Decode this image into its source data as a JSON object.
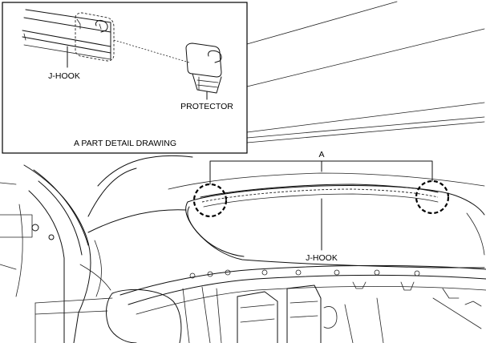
{
  "labels": {
    "detail_jhook": "J-HOOK",
    "detail_protector": "PROTECTOR",
    "detail_caption": "A PART DETAIL DRAWING",
    "main_a": "A",
    "main_jhook": "J-HOOK"
  }
}
